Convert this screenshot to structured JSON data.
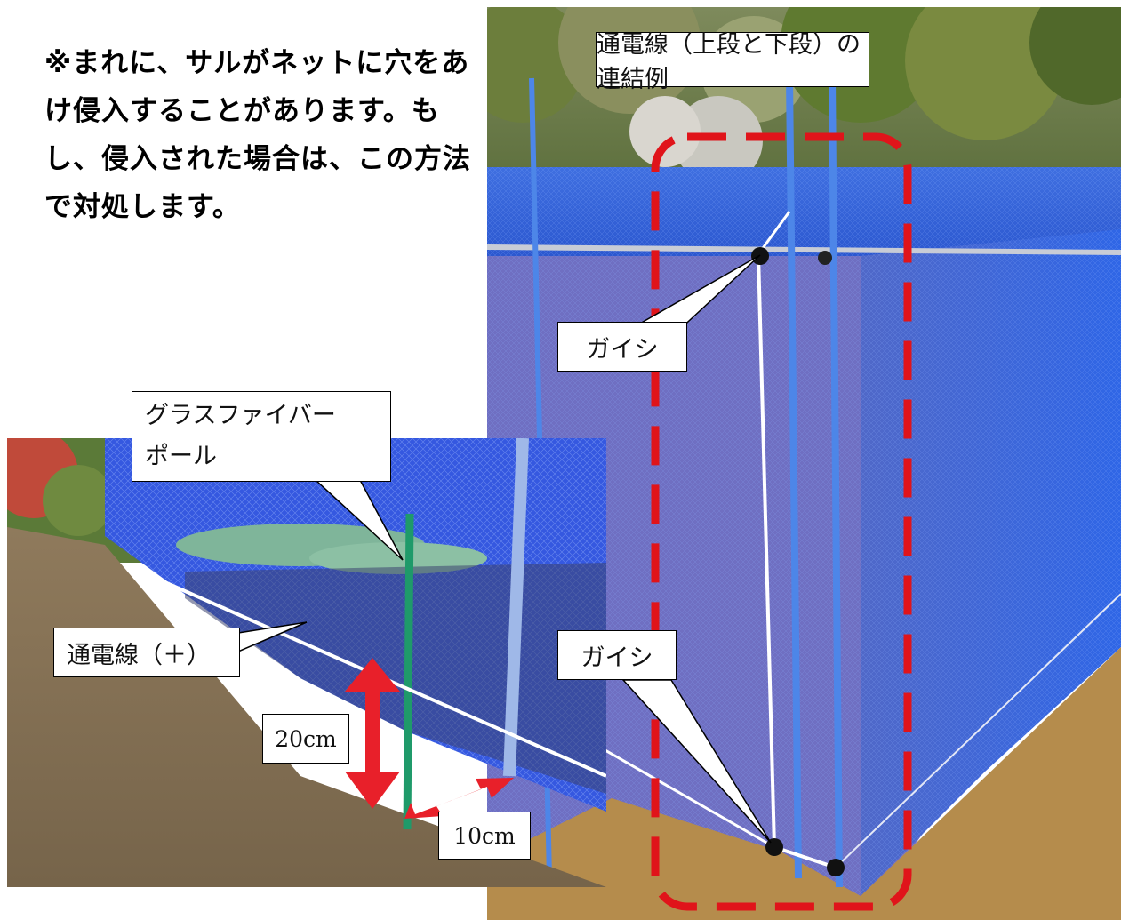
{
  "main_text": "※まれに、サルがネットに穴をあけ侵入することがあります。もし、侵入された場合は、この方法で対処します。",
  "labels": {
    "wire_connection": "通電線（上段と下段）の連結例",
    "insulator_upper": "ガイシ",
    "insulator_lower": "ガイシ",
    "glass_fiber_pole_line1": "グラスファイバー",
    "glass_fiber_pole_line2": "ポール",
    "live_wire_plus": "通電線（＋）",
    "height_20cm": "20cm",
    "gap_10cm": "10cm"
  },
  "colors": {
    "net_blue": "#2f5fd8",
    "highlight_red": "#e0141a",
    "pole_green": "#1f9a6a",
    "arrow_red": "#e8202a"
  },
  "icons": {
    "highlight": "dashed-rounded-rectangle",
    "measure_arrows": "double-headed-arrow"
  }
}
